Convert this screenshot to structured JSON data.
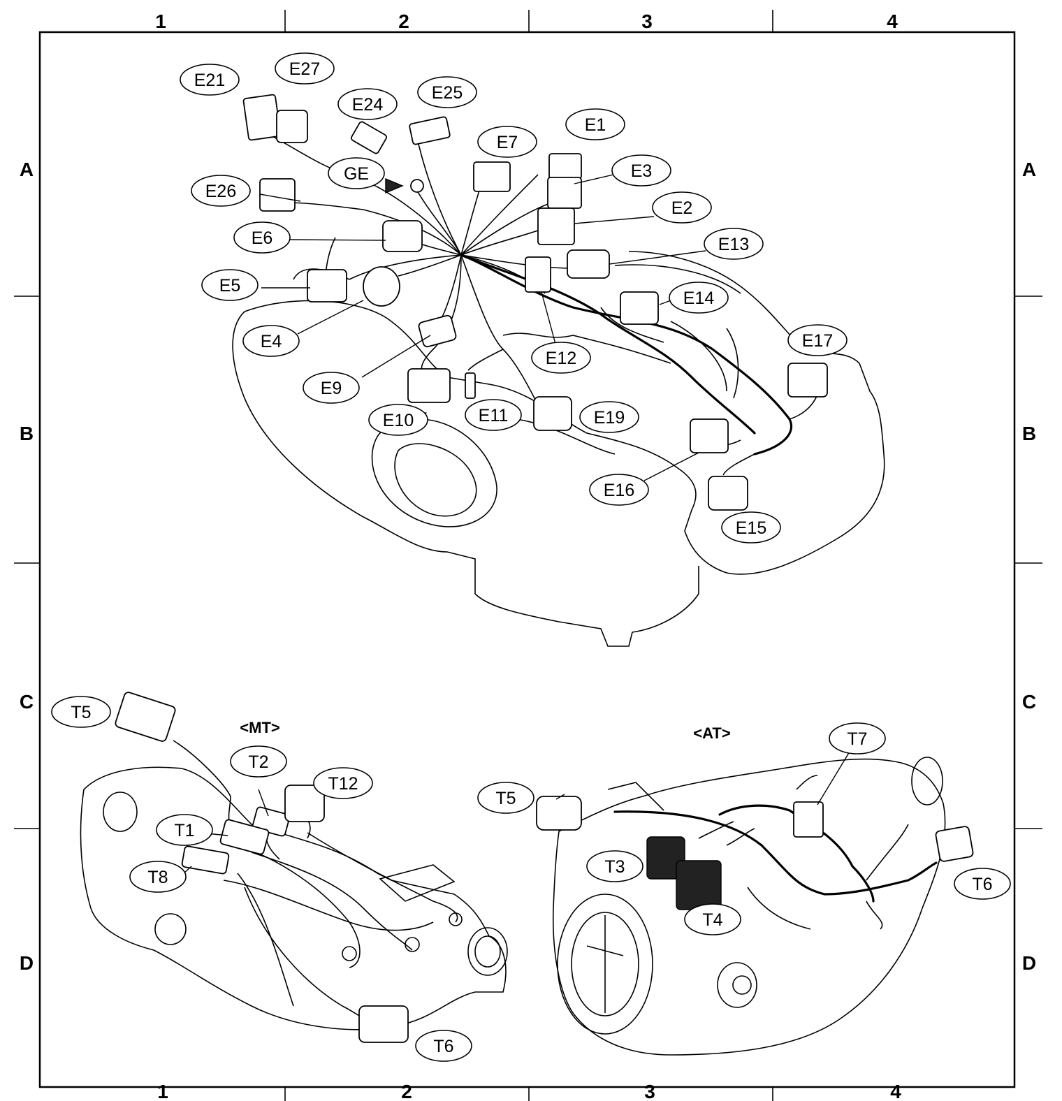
{
  "grid": {
    "columns": [
      "1",
      "2",
      "3",
      "4"
    ],
    "rows": [
      "A",
      "B",
      "C",
      "D"
    ]
  },
  "sections": {
    "mt_label": "<MT>",
    "at_label": "<AT>"
  },
  "engine_connectors": [
    "E21",
    "E27",
    "E24",
    "E25",
    "E1",
    "E7",
    "GE",
    "E3",
    "E26",
    "E2",
    "E6",
    "E13",
    "E5",
    "E14",
    "E4",
    "E17",
    "E12",
    "E9",
    "E10",
    "E11",
    "E19",
    "E16",
    "E15"
  ],
  "mt_connectors": [
    "T5",
    "T2",
    "T12",
    "T1",
    "T8",
    "T6"
  ],
  "at_connectors": [
    "T7",
    "T5",
    "T3",
    "T6",
    "T4"
  ],
  "colors": {
    "line": "#000000",
    "background": "#ffffff"
  }
}
